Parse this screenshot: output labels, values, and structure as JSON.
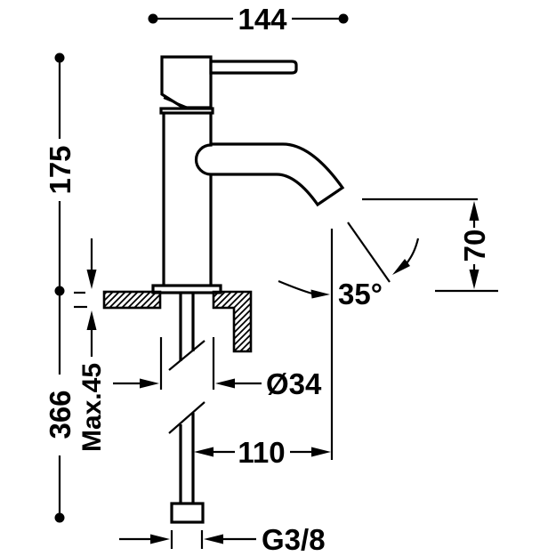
{
  "page": {
    "background": "#ffffff",
    "line_color": "#000000"
  },
  "drawing": {
    "type": "technical dimension drawing",
    "subject": "single-lever basin mixer tap, side elevation with installation dimensions",
    "labels": {
      "total_width": "144",
      "height_above_deck": "175",
      "total_height": "366",
      "max_deck_thickness": "Max.45",
      "spout_height": "70",
      "spout_angle": "35°",
      "body_diameter": "Ø34",
      "spout_projection": "110",
      "inlet_thread": "G3/8"
    }
  }
}
